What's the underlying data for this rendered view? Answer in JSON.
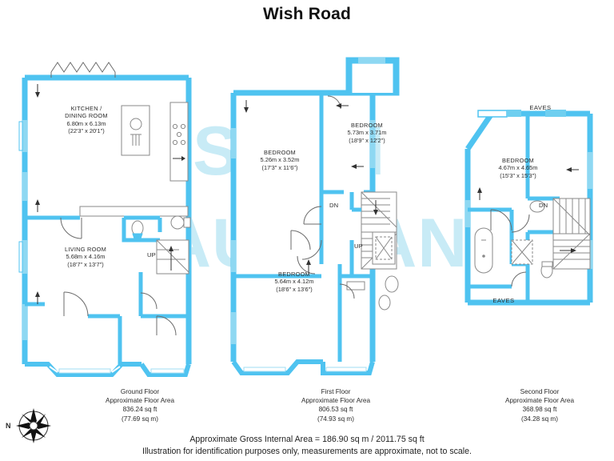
{
  "title": "Wish Road",
  "watermark": {
    "line1": "ASTON",
    "line2": "VAUGHAN"
  },
  "colors": {
    "wall": "#4FC3F0",
    "wall_light": "#9FDDF3",
    "watermark": "#bfe8f5",
    "text": "#2b2b2b",
    "fixture_line": "#7f8c8d"
  },
  "compass": {
    "label": "N"
  },
  "floors": [
    {
      "id": "ground-floor",
      "caption": {
        "name": "Ground Floor",
        "area_line": "Approximate Floor Area",
        "sqft": "836.24 sq ft",
        "sqm": "(77.69 sq m)"
      },
      "rooms": [
        {
          "name": "KITCHEN /",
          "name2": "DINING ROOM",
          "metric": "6.80m x 6.13m",
          "imperial": "(22'3\" x 20'1\")"
        },
        {
          "name": "LIVING ROOM",
          "name2": "",
          "metric": "5.68m x 4.16m",
          "imperial": "(18'7\" x 13'7\")"
        }
      ],
      "stair_tags": [
        {
          "label": "UP"
        }
      ]
    },
    {
      "id": "first-floor",
      "caption": {
        "name": "First Floor",
        "area_line": "Approximate Floor Area",
        "sqft": "806.53 sq ft",
        "sqm": "(74.93 sq m)"
      },
      "rooms": [
        {
          "name": "BEDROOM",
          "name2": "",
          "metric": "5.26m x 3.52m",
          "imperial": "(17'3\" x 11'6\")"
        },
        {
          "name": "BEDROOM",
          "name2": "",
          "metric": "5.73m x 3.71m",
          "imperial": "(18'9\" x 12'2\")"
        },
        {
          "name": "BEDROOM",
          "name2": "",
          "metric": "5.64m x 4.12m",
          "imperial": "(18'6\" x 13'6\")"
        }
      ],
      "stair_tags": [
        {
          "label": "DN"
        },
        {
          "label": "UP"
        }
      ]
    },
    {
      "id": "second-floor",
      "caption": {
        "name": "Second Floor",
        "area_line": "Approximate Floor Area",
        "sqft": "368.98 sq ft",
        "sqm": "(34.28 sq m)"
      },
      "rooms": [
        {
          "name": "BEDROOM",
          "name2": "",
          "metric": "4.67m x 4.65m",
          "imperial": "(15'3\" x 15'3\")"
        }
      ],
      "stair_tags": [
        {
          "label": "DN"
        }
      ],
      "eaves": [
        {
          "label": "EAVES"
        },
        {
          "label": "EAVES"
        }
      ]
    }
  ],
  "footer": {
    "line1": "Approximate Gross Internal Area = 186.90 sq m / 2011.75 sq ft",
    "line2": "Illustration for identification purposes only, measurements are approximate, not to scale."
  }
}
